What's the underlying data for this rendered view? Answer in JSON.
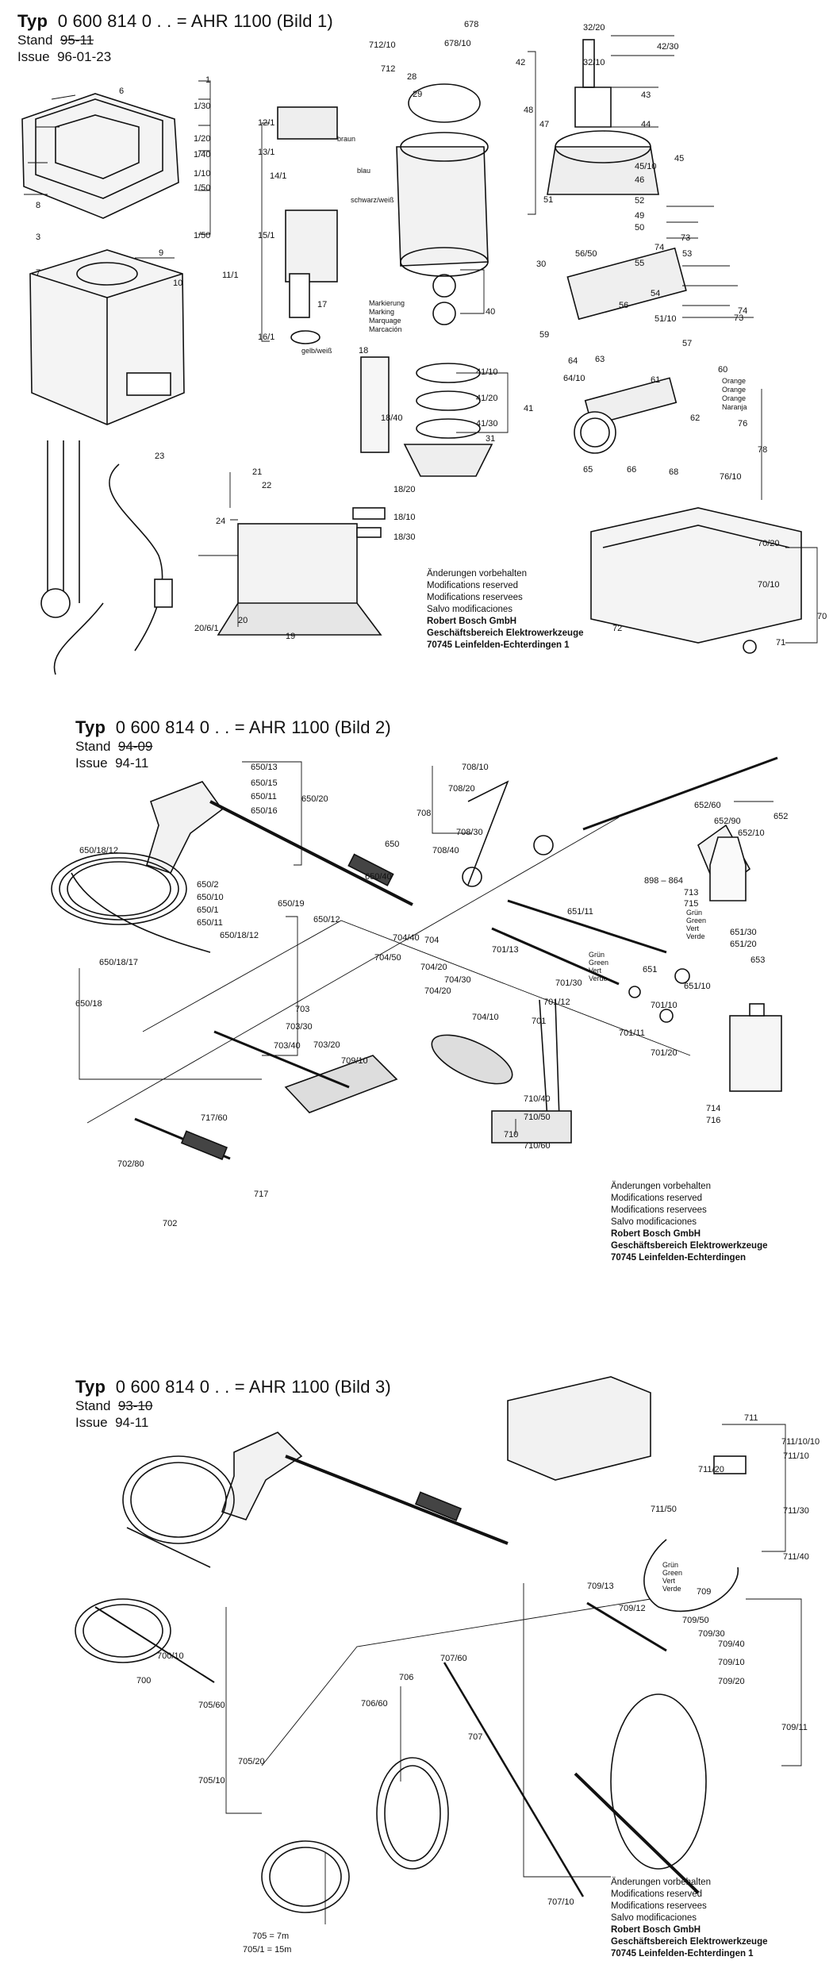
{
  "sheets": [
    {
      "typ_label": "Typ",
      "typ_number": "0 600 814 0 . . = AHR 1100 (Bild 1)",
      "stand_label": "Stand",
      "stand_value": "95-11",
      "issue_label": "Issue",
      "issue_value": "96-01-23",
      "parts": [
        "1",
        "1/20",
        "1/30",
        "1/40",
        "1/50",
        "3",
        "6",
        "7",
        "8",
        "9",
        "10",
        "11/1",
        "12/1",
        "13/1",
        "14/1",
        "15/1",
        "16/1",
        "17",
        "18",
        "18/10",
        "18/20",
        "18/30",
        "18/40",
        "19",
        "20",
        "20/6/1",
        "21",
        "22",
        "23",
        "24",
        "28",
        "29",
        "30",
        "31",
        "40",
        "41",
        "41/10",
        "41/20",
        "41/30",
        "42",
        "42/30",
        "43",
        "44",
        "45",
        "45/10",
        "46",
        "47",
        "48",
        "49",
        "50",
        "51",
        "51/10",
        "52",
        "53",
        "54",
        "55",
        "56",
        "56/50",
        "57",
        "59",
        "60",
        "61",
        "62",
        "63",
        "64",
        "64/10",
        "65",
        "66",
        "68",
        "70",
        "70/20",
        "70/10",
        "71",
        "72",
        "73",
        "74",
        "76",
        "76/10",
        "78",
        "678",
        "678/10",
        "712",
        "712/10",
        "32/20",
        "32/10"
      ],
      "wire_labels": [
        "braun",
        "blau",
        "gelb/weiß",
        "schwarz/weiß",
        "Markierung",
        "Marking",
        "Marquage",
        "Marcación",
        "Orange",
        "Orange",
        "Orange",
        "Naranja"
      ],
      "notes": [
        "Änderungen vorbehalten",
        "Modifications reserved",
        "Modifications reservees",
        "Salvo modificaciones",
        "Robert Bosch GmbH",
        "Geschäftsbereich Elektrowerkzeuge",
        "70745 Leinfelden-Echterdingen 1"
      ]
    },
    {
      "typ_label": "Typ",
      "typ_number": "0 600 814 0 . . = AHR 1100 (Bild 2)",
      "stand_label": "Stand",
      "stand_value": "94-09",
      "issue_label": "Issue",
      "issue_value": "94-11",
      "parts": [
        "650",
        "650/13",
        "650/15",
        "650/11",
        "650/16",
        "650/18",
        "650/18/12",
        "650/18/17",
        "650/19",
        "650/20",
        "650/40",
        "650/12",
        "651",
        "651/10",
        "651/11",
        "651/20",
        "651/30",
        "652",
        "652/10",
        "652/60",
        "652/90",
        "653",
        "701",
        "701/10",
        "701/11",
        "701/12",
        "701/13",
        "701/20",
        "701/30",
        "702",
        "702/80",
        "703",
        "703/20",
        "703/30",
        "703/40",
        "704",
        "704/10",
        "704/20",
        "704/30",
        "704/40",
        "704/50",
        "708",
        "708/10",
        "708/20",
        "708/30",
        "708/40",
        "709/10",
        "710",
        "710/40",
        "710/50",
        "710/60",
        "713",
        "714",
        "715",
        "716",
        "717",
        "717/60",
        "898 – 864"
      ],
      "wire_labels": [
        "Grün",
        "Green",
        "Vert",
        "Verde"
      ],
      "notes": [
        "Änderungen vorbehalten",
        "Modifications reserved",
        "Modifications reservees",
        "Salvo modificaciones",
        "Robert Bosch GmbH",
        "Geschäftsbereich Elektrowerkzeuge",
        "70745 Leinfelden-Echterdingen"
      ]
    },
    {
      "typ_label": "Typ",
      "typ_number": "0 600 814 0 . . = AHR 1100 (Bild 3)",
      "stand_label": "Stand",
      "stand_value": "93-10",
      "issue_label": "Issue",
      "issue_value": "94-11",
      "parts": [
        "700",
        "700/10",
        "705",
        "705/10",
        "705/20",
        "705/60",
        "706",
        "706/60",
        "707",
        "707/10",
        "707/60",
        "709",
        "709/10",
        "709/11",
        "709/12",
        "709/13",
        "709/20",
        "709/30",
        "709/40",
        "709/50",
        "711",
        "711/10",
        "711/10/10",
        "711/20",
        "711/30",
        "711/40",
        "711/50"
      ],
      "wire_labels": [
        "Grün",
        "Green",
        "Vert",
        "Verde"
      ],
      "length_notes": [
        "705 = 7m",
        "705/1 = 15m"
      ],
      "notes": [
        "Änderungen vorbehalten",
        "Modifications reserved",
        "Modifications reservees",
        "Salvo modificaciones",
        "Robert Bosch GmbH",
        "Geschäftsbereich Elektrowerkzeuge",
        "70745 Leinfelden-Echterdingen 1"
      ]
    }
  ],
  "colors": {
    "ink": "#111111",
    "paper": "#ffffff",
    "shade": "#d9d9d9"
  }
}
